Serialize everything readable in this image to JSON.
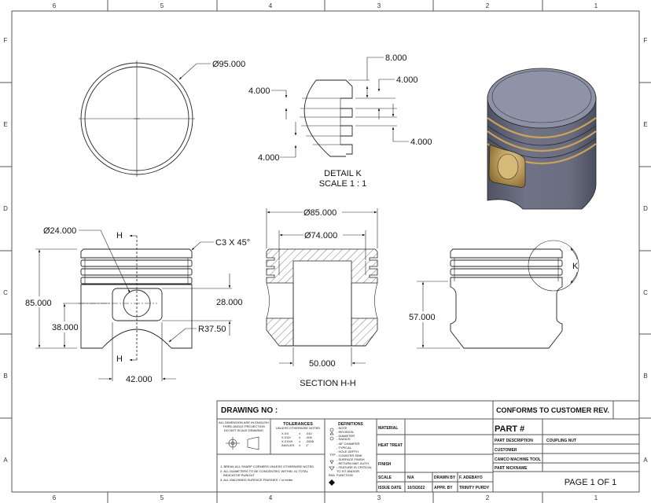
{
  "sheet": {
    "column_labels": [
      "6",
      "5",
      "4",
      "3",
      "2",
      "1"
    ],
    "row_labels": [
      "F",
      "E",
      "D",
      "C",
      "B",
      "A"
    ]
  },
  "views": {
    "top_view": {
      "diameter": "Ø95.000"
    },
    "detail_k": {
      "title": "DETAIL K",
      "scale": "SCALE 1 : 1",
      "dims": [
        "8.000",
        "4.000",
        "4.000",
        "4.000",
        "4.000"
      ]
    },
    "front_view": {
      "pin_diameter": "Ø24.000",
      "chamfer": "C3 X 45°",
      "height": "85.000",
      "pin_height": "38.000",
      "boss_height": "28.000",
      "radius": "R37.50",
      "boss_width": "42.000",
      "section_marker": "H"
    },
    "section_view": {
      "title": "SECTION H-H",
      "outer_diameter": "Ø85.000",
      "inner_diameter": "Ø74.000",
      "bottom_width": "50.000"
    },
    "side_view": {
      "height": "57.000",
      "detail_marker": "K"
    }
  },
  "title_block": {
    "drawing_no_label": "DRAWING NO :",
    "conforms": "CONFORMS TO CUSTOMER REV.",
    "general": [
      "ALL DIMENSION ARE IN ENGLISH",
      "THIRD ANGLE PROJECTION",
      "DO NOT SCALE DRAWING"
    ],
    "tolerances": {
      "title": "TOLERANCES",
      "subtitle": "UNLESS OTHERWISE NOTED",
      "rows": [
        {
          "fmt": "X.XX",
          "sym": "±",
          "val": ".010"
        },
        {
          "fmt": "X.XXX",
          "sym": "±",
          "val": ".005"
        },
        {
          "fmt": "X.XXXX",
          "sym": "±",
          "val": ".0005"
        },
        {
          "fmt": "ANGLES",
          "sym": "±",
          "val": "1°"
        }
      ]
    },
    "notes": [
      "1. BREAK ALL SHARP CORNERS UNLESS OTHERWISE NOTED",
      "2. ALL DIAMETERS TO BE CONCENTRIC WITHIN .01 TOTAL",
      "   INDICATOR RUNOUT",
      "3. ALL MACHINED SURFACE FINISHES √ or better"
    ],
    "definitions": {
      "title": "DEFINITIONS",
      "items": [
        "- NOTE",
        "- REVISION",
        "- DIAMETER",
        "- RADIUS",
        "- 45° CHAMFER",
        "- TYPICAL",
        "- HOLE DEPTH",
        "- COUNTER SINK",
        "- SURFACE FINISH",
        "- RETURN MAT. AUTH.",
        "- FEATURE IS CRITICAL",
        "  TO FIT AND/OR",
        "  FUNCTION"
      ]
    },
    "material_label": "MATERIAL",
    "material_value": "",
    "heat_treat_label": "HEAT TREAT",
    "heat_treat_value": "",
    "finish_label": "FINISH",
    "finish_value": "",
    "scale_label": "SCALE",
    "scale_value": "N/A",
    "issue_date_label": "ISSUE DATE",
    "issue_date_value": "10/3/2022",
    "drawn_by_label": "DRAWN BY",
    "drawn_by_value": "F. ADEBAYO",
    "appr_by_label": "APPR. BY",
    "appr_by_value": "TRINITY PURDY",
    "part_number_label": "PART #",
    "part_number_value": "",
    "part_description_label": "PART DESCRIPTION",
    "part_description_value": "COUPLING NUT",
    "customer_label": "CUSTOMER",
    "customer_value": "",
    "company_label": "CAMCO MACHINE TOOL",
    "part_nickname_label": "PART NICKNAME",
    "page": "PAGE 1 OF 1"
  },
  "colors": {
    "piston_body": "#6b6f80",
    "piston_top": "#8c91a4",
    "ring_gold": "#c9a35a"
  }
}
